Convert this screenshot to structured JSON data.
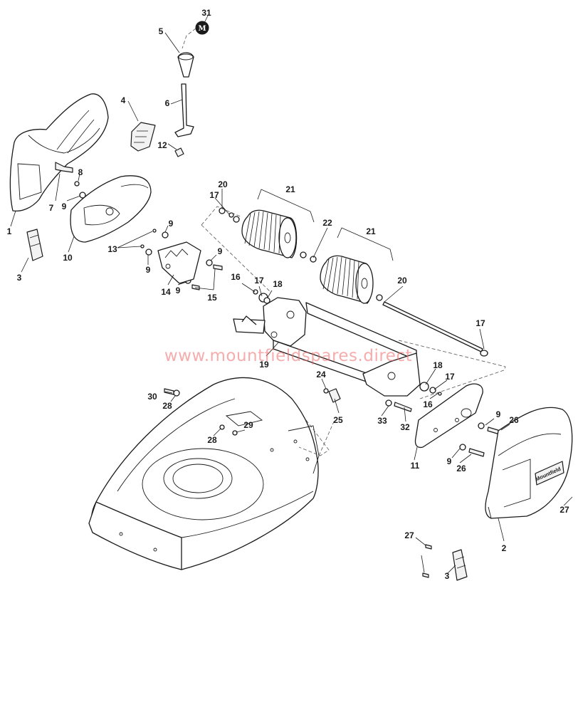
{
  "watermark": "www.mountfieldspares.direct",
  "badge_letter": "M",
  "brand_logo": "Mountfield",
  "callouts": {
    "c1": "1",
    "c2": "2",
    "c3a": "3",
    "c3b": "3",
    "c4": "4",
    "c5": "5",
    "c6": "6",
    "c7": "7",
    "c8": "8",
    "c9a": "9",
    "c9b": "9",
    "c9c": "9",
    "c9d": "9",
    "c9e": "9",
    "c9f": "9",
    "c9g": "9",
    "c10": "10",
    "c11": "11",
    "c12": "12",
    "c13": "13",
    "c14": "14",
    "c15": "15",
    "c16a": "16",
    "c16b": "16",
    "c17a": "17",
    "c17b": "17",
    "c17c": "17",
    "c17d": "17",
    "c18a": "18",
    "c18b": "18",
    "c19": "19",
    "c20a": "20",
    "c20b": "20",
    "c21a": "21",
    "c21b": "21",
    "c22": "22",
    "c24": "24",
    "c25": "25",
    "c26a": "26",
    "c26b": "26",
    "c27a": "27",
    "c27b": "27",
    "c28a": "28",
    "c28b": "28",
    "c29": "29",
    "c30": "30",
    "c31": "31",
    "c32": "32",
    "c33": "33"
  }
}
